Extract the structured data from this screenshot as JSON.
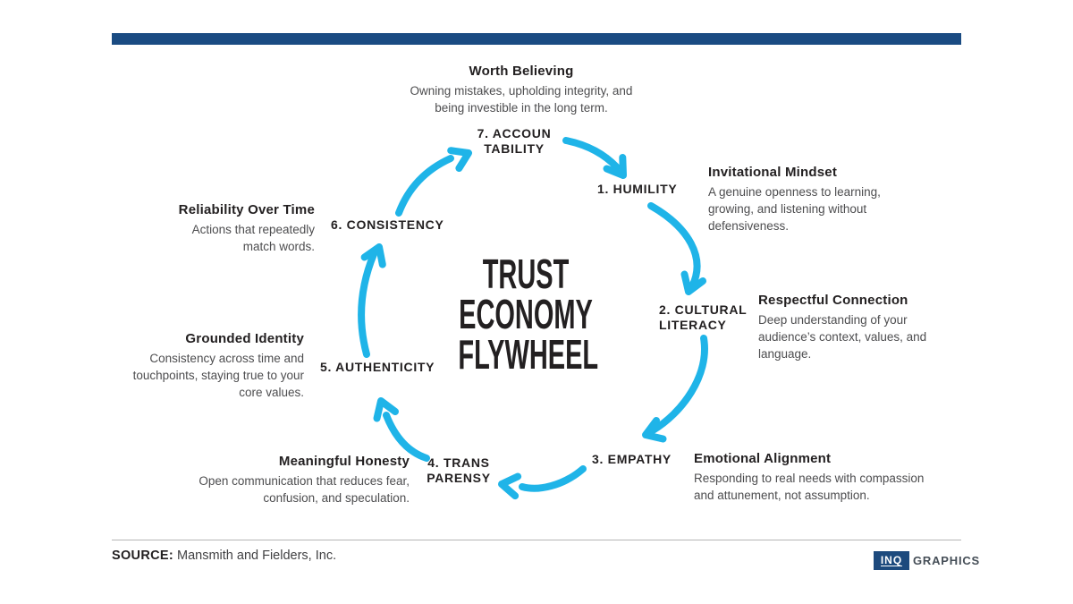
{
  "colors": {
    "accent": "#1fb4e8",
    "bar": "#1a4b82",
    "logo_box": "#1d4a7d"
  },
  "title": {
    "lines": [
      "TRUST",
      "ECONOMY",
      "FLYWHEEL"
    ]
  },
  "steps": [
    {
      "label": "1. HUMILITY"
    },
    {
      "label": "2. CULTURAL\nLITERACY"
    },
    {
      "label": "3. EMPATHY"
    },
    {
      "label": "4. TRANS\nPARENSY"
    },
    {
      "label": "5. AUTHENTICITY"
    },
    {
      "label": "6. CONSISTENCY"
    },
    {
      "label": "7. ACCOUN\nTABILITY"
    }
  ],
  "notes": [
    {
      "title": "Worth Believing",
      "body": "Owning mistakes, upholding integrity, and\nbeing investible in the long term."
    },
    {
      "title": "Invitational Mindset",
      "body": "A genuine openness to learning,\ngrowing, and listening without\ndefensiveness."
    },
    {
      "title": "Respectful Connection",
      "body": "Deep understanding of your\naudience’s context, values, and\nlanguage."
    },
    {
      "title": "Emotional Alignment",
      "body": "Responding to real needs with compassion\nand attunement, not assumption."
    },
    {
      "title": "Meaningful Honesty",
      "body": "Open communication that reduces fear,\nconfusion, and speculation."
    },
    {
      "title": "Grounded Identity",
      "body": "Consistency across time and\ntouchpoints, staying true to your\ncore values."
    },
    {
      "title": "Reliability Over Time",
      "body": "Actions that repeatedly\nmatch words."
    }
  ],
  "footer": {
    "source_label": "SOURCE:",
    "source_text": " Mansmith and Fielders, Inc.",
    "logo_text": "INQ",
    "logo_suffix": "GRAPHICS"
  }
}
